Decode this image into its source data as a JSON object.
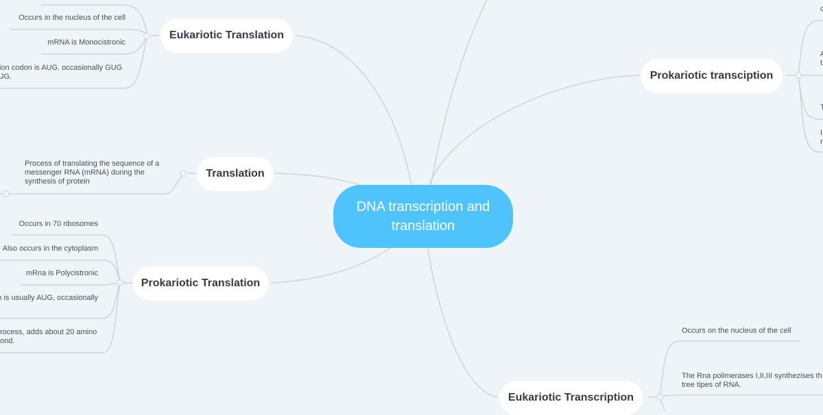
{
  "central": {
    "label": "DNA transcription and translation",
    "color": "#4fc3fc"
  },
  "colors": {
    "background": "#eff4f8",
    "link": "#d1d4d7",
    "topic_bg": "#ffffff",
    "topic_text": "#353b43",
    "leaf_text": "#4a4f55"
  },
  "topics": {
    "eukariotic_translation": {
      "label": "Eukariotic Translation",
      "leaves": [
        "Occurs in the nucleus of the cell",
        "mRNA is Monocistronic",
        "tion codon is AUG. occasionally GUG",
        "JG."
      ]
    },
    "translation": {
      "label": "Translation",
      "leaves": [
        "Process of translating the sequence of a",
        "messenger RNA (mRNA) during the",
        "synthesis of protein"
      ]
    },
    "prokariotic_translation": {
      "label": "Prokariotic Translation",
      "leaves": [
        "Occurs in 70 ribosomes",
        "Also occurs in the cytoplasm",
        "mRna is Polycistronic",
        "n is usually AUG, occasionally",
        "rocess, adds about 20 amino",
        "ond."
      ]
    },
    "prokariotic_transcription": {
      "label": "Prokariotic transciption",
      "leaves": [
        "c",
        "A",
        "t",
        "T",
        "I",
        "r"
      ]
    },
    "eukariotic_transcription": {
      "label": "Eukariotic Transcription",
      "leaves": [
        "Occurs on the nucleus of the cell",
        "The Rna polimerases  I,II,III synthezises th",
        "tree tipes of RNA."
      ]
    }
  }
}
